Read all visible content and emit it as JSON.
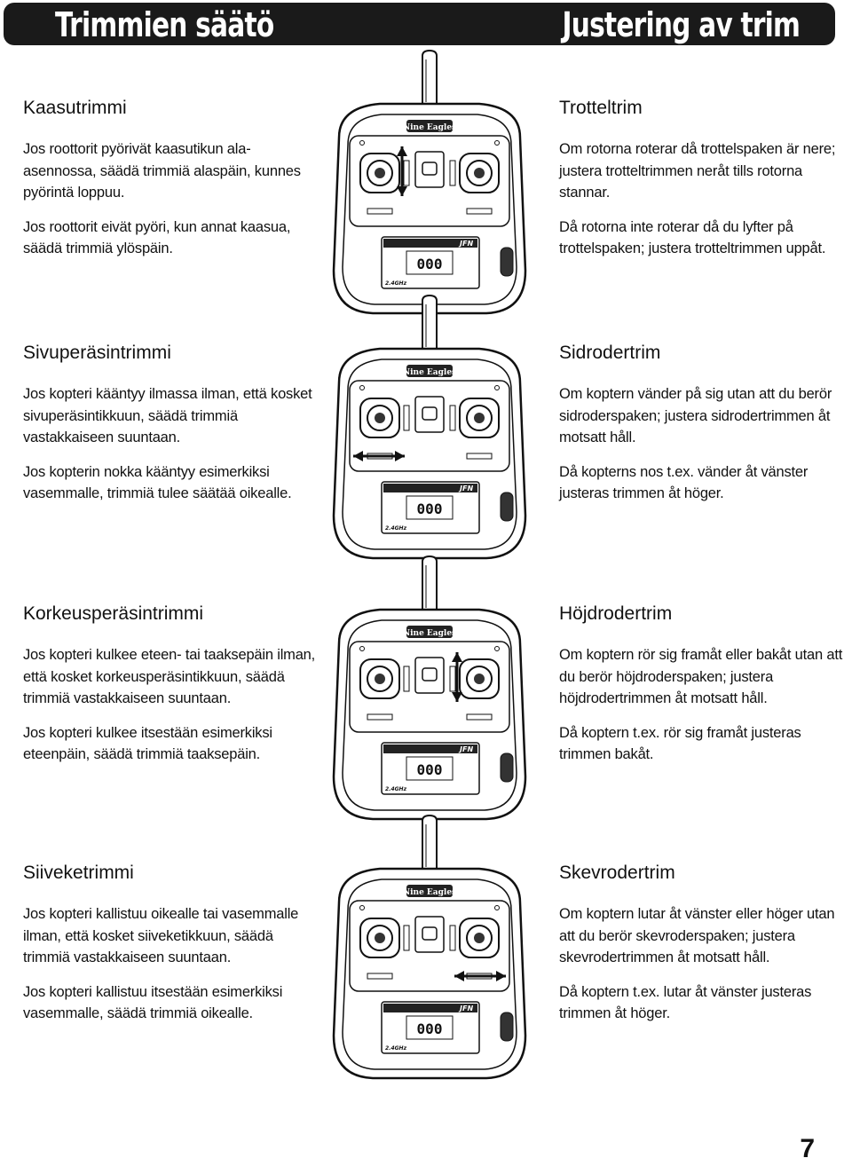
{
  "header": {
    "title_left": "Trimmien säätö",
    "title_right": "Justering av trim"
  },
  "remote": {
    "brand": "Nine Eagles",
    "lcd": "000",
    "logo": "JFN",
    "band": "2.4GHz"
  },
  "sections": [
    {
      "fi_heading": "Kaasutrimmi",
      "fi_paragraphs": [
        "Jos roottorit pyörivät kaasutikun ala-asennossa, säädä trimmiä alaspäin, kunnes pyörintä loppuu.",
        "Jos roottorit eivät pyöri, kun annat kaasua, säädä trimmiä ylöspäin."
      ],
      "sv_heading": "Trotteltrim",
      "sv_paragraphs": [
        "Om rotorna roterar då trottelspaken är nere; justera trotteltrimmen neråt tills rotorna stannar.",
        "Då rotorna inte roterar då du lyfter på trottelspaken; justera trotteltrimmen uppåt."
      ],
      "arrow": "left-vertical"
    },
    {
      "fi_heading": "Sivuperäsintrimmi",
      "fi_paragraphs": [
        "Jos kopteri kääntyy ilmassa ilman, että kosket sivuperäsintikkuun, säädä trimmiä vastakkaiseen suuntaan.",
        "Jos kopterin nokka kääntyy esimerkiksi vasemmalle, trimmiä tulee säätää oikealle."
      ],
      "sv_heading": "Sidrodertrim",
      "sv_paragraphs": [
        "Om koptern vänder på sig utan att du berör sidroderspaken; justera sidrodertrimmen åt motsatt håll.",
        "Då kopterns nos t.ex. vänder åt vänster justeras trimmen åt höger."
      ],
      "arrow": "left-horizontal"
    },
    {
      "fi_heading": "Korkeusperäsintrimmi",
      "fi_paragraphs": [
        "Jos kopteri kulkee eteen- tai taaksepäin ilman, että kosket korkeusperäsintikkuun, säädä trimmiä vastakkaiseen suuntaan.",
        "Jos kopteri kulkee itsestään esimerkiksi eteenpäin, säädä trimmiä taaksepäin."
      ],
      "sv_heading": "Höjdrodertrim",
      "sv_paragraphs": [
        "Om koptern rör sig framåt eller bakåt utan att du berör höjdroderspaken; justera höjdrodertrimmen åt motsatt håll.",
        "Då koptern t.ex. rör sig framåt justeras trimmen bakåt."
      ],
      "arrow": "right-vertical"
    },
    {
      "fi_heading": "Siiveketrimmi",
      "fi_paragraphs": [
        "Jos kopteri kallistuu oikealle tai vasemmalle ilman, että kosket siiveketikkuun, säädä trimmiä vastakkaiseen suuntaan.",
        "Jos kopteri kallistuu itsestään esimerkiksi vasemmalle, säädä trimmiä oikealle."
      ],
      "sv_heading": "Skevrodertrim",
      "sv_paragraphs": [
        "Om koptern lutar åt vänster eller höger utan att du berör skevroderspaken; justera skevrodertrimmen åt motsatt håll.",
        "Då koptern t.ex. lutar åt vänster justeras trimmen åt höger."
      ],
      "arrow": "right-horizontal"
    }
  ],
  "page_number": "7"
}
